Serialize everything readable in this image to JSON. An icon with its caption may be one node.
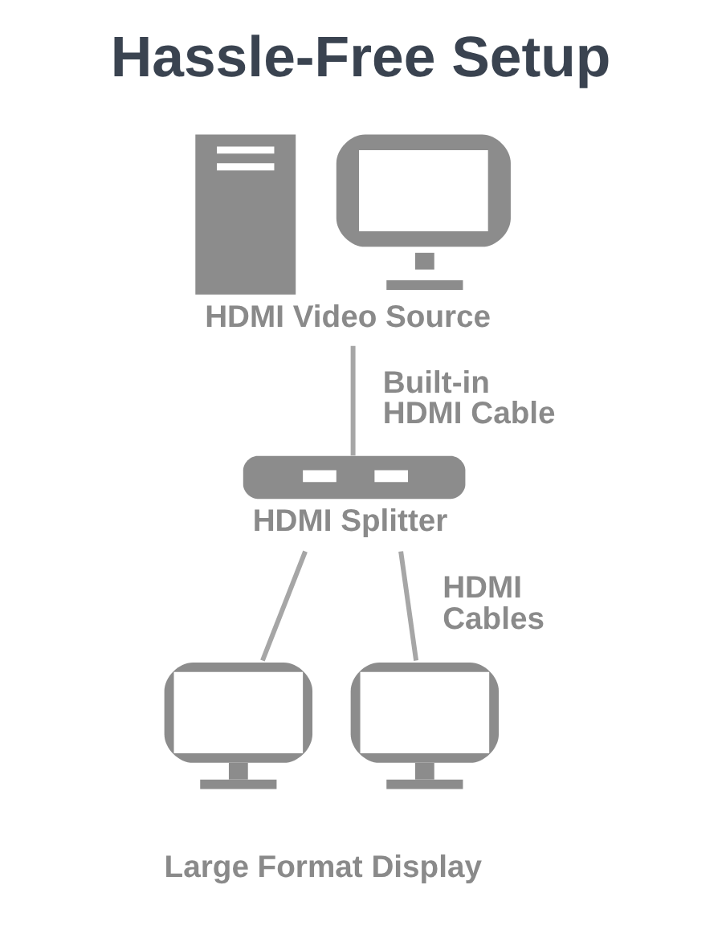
{
  "diagram": {
    "title": "Hassle-Free Setup",
    "nodes": [
      {
        "text": [],
        "shape": "picture",
        "beside": [
          "HDMI Video Source"
        ]
      },
      {
        "text": [],
        "shape": "picture",
        "beside": [
          "HDMI Splitter"
        ]
      },
      {
        "text": [],
        "shape": "picture"
      },
      {
        "text": [],
        "shape": "picture"
      }
    ],
    "edges": [
      {
        "from": 0,
        "to": 1,
        "arrow": "none",
        "label": "Built-in HDMI Cable"
      },
      {
        "from": 1,
        "to": 2,
        "arrow": "none"
      },
      {
        "from": 1,
        "to": 3,
        "arrow": "none",
        "label": "HDMI Cables"
      }
    ],
    "labels": [
      "Large Format Display"
    ]
  }
}
